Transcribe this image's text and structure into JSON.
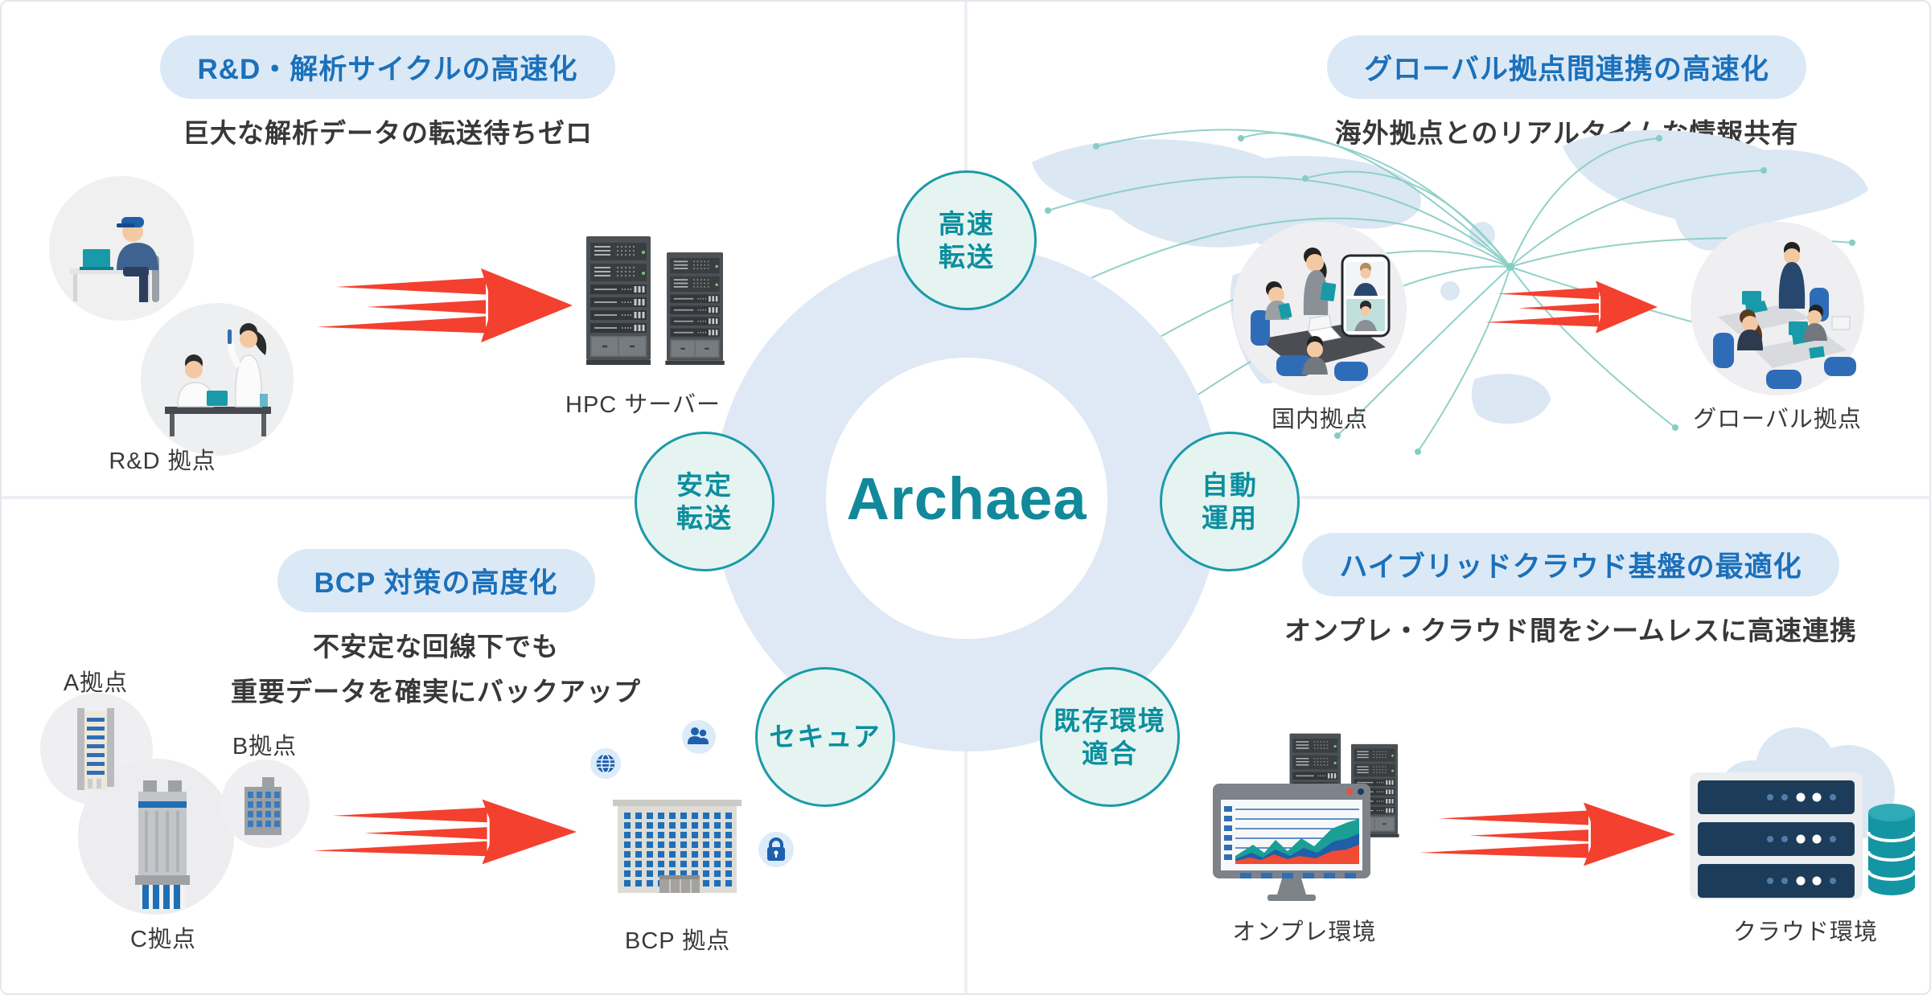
{
  "center": {
    "product_name": "Archaea",
    "features": [
      {
        "id": "fast-transfer",
        "line1": "高速",
        "line2": "転送"
      },
      {
        "id": "stable-transfer",
        "line1": "安定",
        "line2": "転送"
      },
      {
        "id": "auto-operation",
        "line1": "自動",
        "line2": "運用"
      },
      {
        "id": "secure",
        "line1": "セキュア",
        "line2": ""
      },
      {
        "id": "env-compat",
        "line1": "既存環境",
        "line2": "適合"
      }
    ]
  },
  "quadrants": {
    "rd": {
      "title": "R&D・解析サイクルの高速化",
      "subtitle": "巨大な解析データの転送待ちゼロ",
      "source_label": "R&D 拠点",
      "target_label": "HPC サーバー"
    },
    "global": {
      "title": "グローバル拠点間連携の高速化",
      "subtitle": "海外拠点とのリアルタイムな情報共有",
      "source_label": "国内拠点",
      "target_label": "グローバル拠点"
    },
    "bcp": {
      "title": "BCP 対策の高度化",
      "subtitle_line1": "不安定な回線下でも",
      "subtitle_line2": "重要データを確実にバックアップ",
      "site_a_label": "A拠点",
      "site_b_label": "B拠点",
      "site_c_label": "C拠点",
      "target_label": "BCP 拠点"
    },
    "hybrid": {
      "title": "ハイブリッドクラウド基盤の最適化",
      "subtitle": "オンプレ・クラウド間をシームレスに高速連携",
      "source_label": "オンプレ環境",
      "target_label": "クラウド環境"
    }
  },
  "icons": {
    "arrow": "speed-arrow-icon",
    "hpc": "hpc-server-icon",
    "monitor": "monitor-chart-icon",
    "cloud": "cloud-server-icon",
    "bcp_building": "bcp-building-icon",
    "globe": "globe-icon",
    "people": "people-icon",
    "lock": "lock-icon",
    "map": "world-map-icon"
  },
  "colors": {
    "accent_blue": "#1c70ba",
    "pill_bg": "#dbe9f6",
    "product_teal": "#11899b",
    "circle_border": "#1b9aa8",
    "circle_bg": "#e6f4f1",
    "circle_text": "#0c8e9e",
    "ring_blue": "#dfe9f5",
    "arrow_red": "#f4402f",
    "divider": "#eceff4",
    "outer_border": "#e3e7ee",
    "label_dark": "#3a3a3a",
    "heading_dark": "#383838",
    "map_blue": "#dbe7f3",
    "arc_teal": "#86cdc2",
    "badge_bg": "#dcebf9",
    "badge_blue": "#1d60ad",
    "illustration_gray": "#efeff1"
  }
}
